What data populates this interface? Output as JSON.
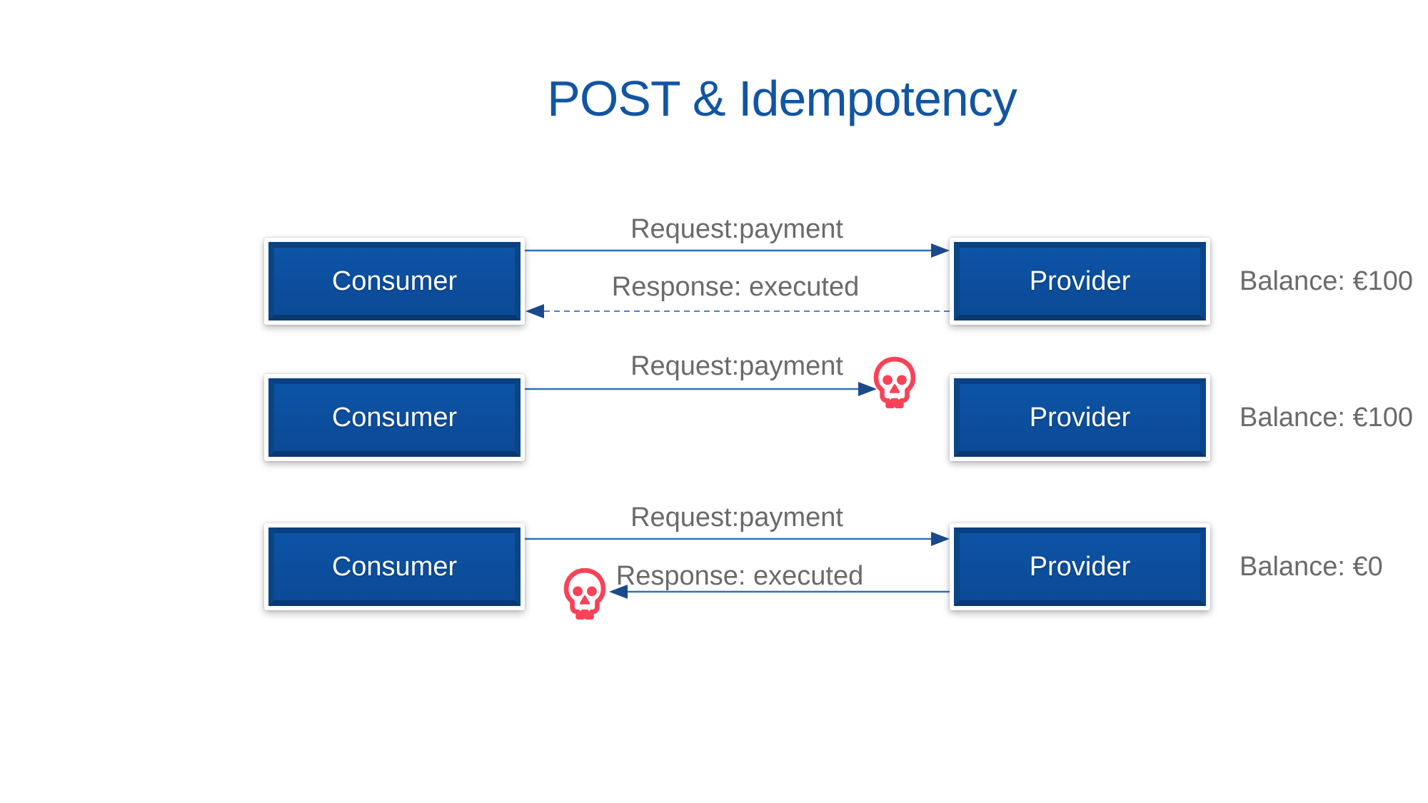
{
  "title": "POST & Idempotency",
  "colors": {
    "title_blue": "#1155a3",
    "box_fill_blue": "#0c4e9d",
    "box_text": "#ffffff",
    "arrow_line_blue": "#2e74b5",
    "arrow_head_blue": "#1a4a8c",
    "dashed_line_blue": "#4d82c6",
    "label_gray": "#6a6a6a",
    "skull_red": "#f94257"
  },
  "rows": [
    {
      "consumer": "Consumer",
      "provider": "Provider",
      "request_label": "Request:payment",
      "response_label": "Response: executed",
      "balance": "Balance: €100",
      "response_style": "dashed",
      "failure": "none"
    },
    {
      "consumer": "Consumer",
      "provider": "Provider",
      "request_label": "Request:payment",
      "balance": "Balance: €100",
      "failure": "request-lost-skull"
    },
    {
      "consumer": "Consumer",
      "provider": "Provider",
      "request_label": "Request:payment",
      "response_label": "Response: executed",
      "balance": "Balance: €0",
      "response_style": "solid",
      "failure": "response-lost-skull"
    }
  ]
}
